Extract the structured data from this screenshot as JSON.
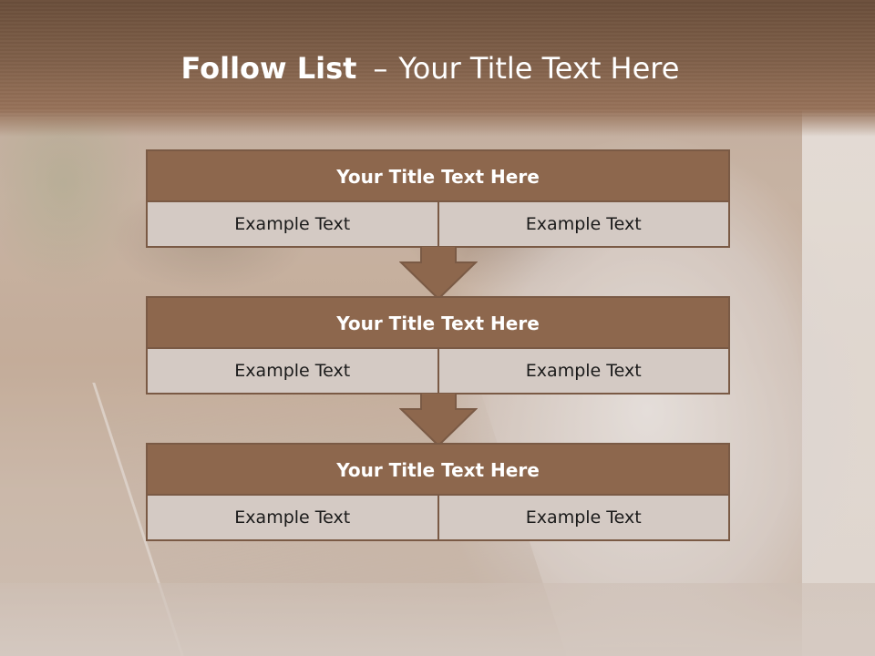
{
  "slide": {
    "title_bold": "Follow List",
    "title_separator": "–",
    "title_rest": "Your Title Text Here"
  },
  "blocks": [
    {
      "title": "Your Title Text Here",
      "left": "Example Text",
      "right": "Example Text"
    },
    {
      "title": "Your Title Text Here",
      "left": "Example Text",
      "right": "Example Text"
    },
    {
      "title": "Your Title Text Here",
      "left": "Example Text",
      "right": "Example Text"
    }
  ],
  "colors": {
    "header_brown": "#6a4e3a",
    "block_title_bg": "#8d674d",
    "block_border": "#7a5a45",
    "cell_bg": "#d4cac4",
    "arrow_fill": "#8d674d"
  },
  "icons": [
    "down-arrow-icon",
    "down-arrow-icon"
  ]
}
